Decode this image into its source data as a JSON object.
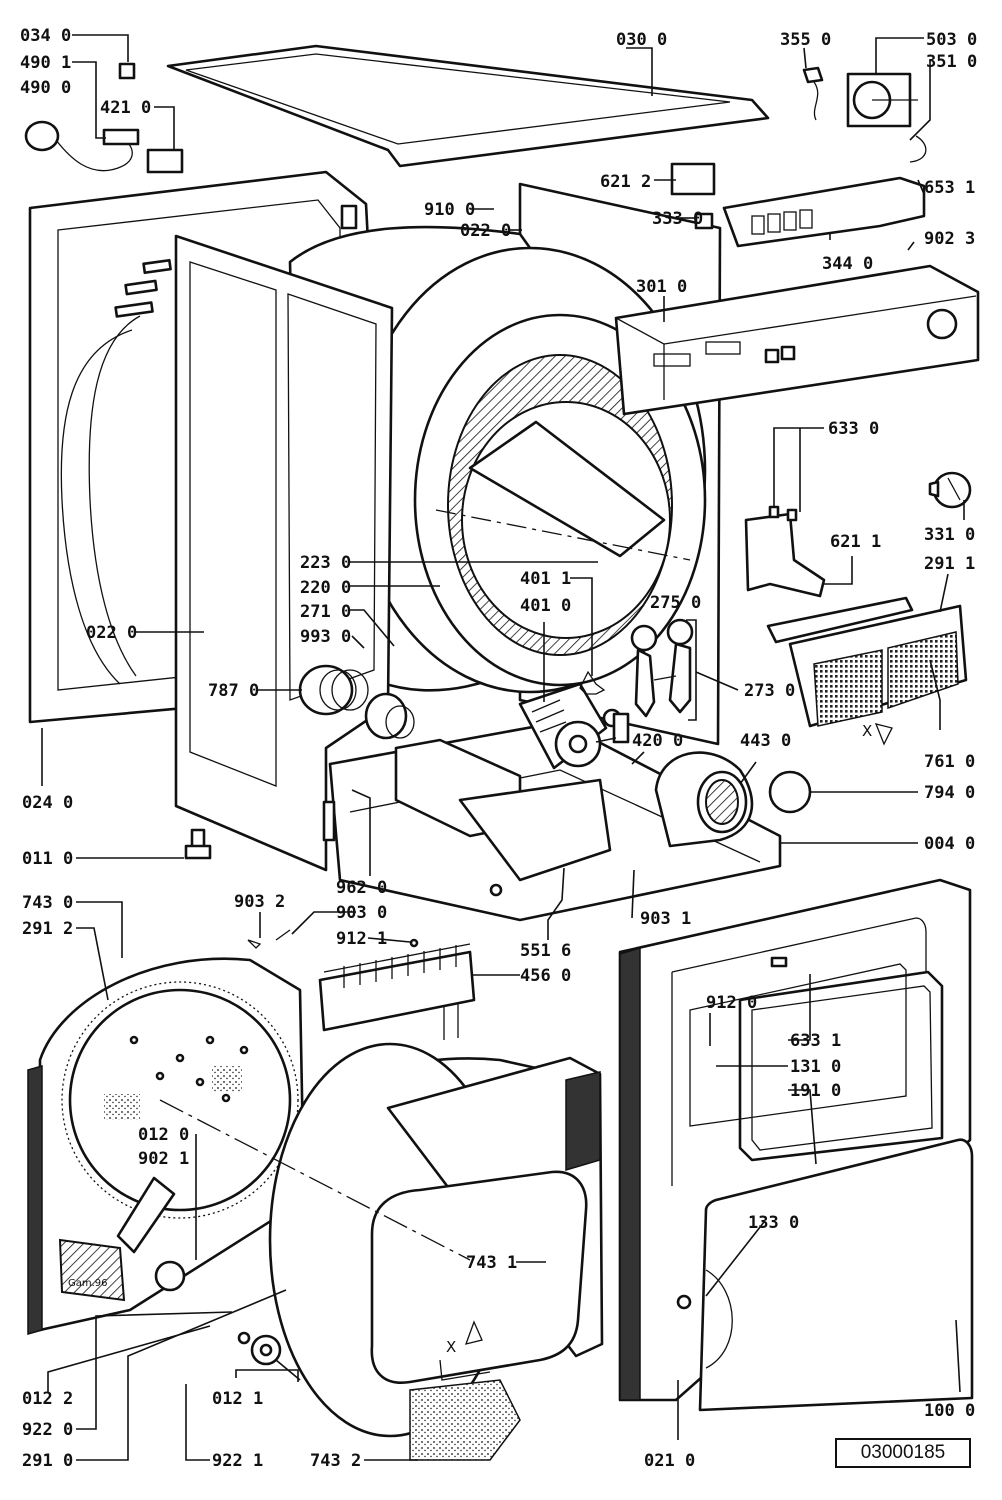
{
  "diagram": {
    "reference_number": "03000185",
    "labels": {
      "p034_0": "034 0",
      "p490_1": "490 1",
      "p490_0": "490 0",
      "p421_0": "421 0",
      "p030_0": "030 0",
      "p355_0": "355 0",
      "p503_0": "503 0",
      "p351_0": "351 0",
      "p621_2": "621 2",
      "p653_1": "653 1",
      "p910_0": "910 0",
      "p022_0_top": "022 0",
      "p333_0": "333 0",
      "p902_3": "902 3",
      "p344_0": "344 0",
      "p301_0": "301 0",
      "p633_0": "633 0",
      "p331_0": "331 0",
      "p621_1": "621 1",
      "p291_1": "291 1",
      "p223_0": "223 0",
      "p220_0": "220 0",
      "p271_0": "271 0",
      "p993_0": "993 0",
      "p401_1": "401 1",
      "p401_0": "401 0",
      "p275_0": "275 0",
      "p022_0_left": "022 0",
      "p787_0": "787 0",
      "p273_0": "273 0",
      "p420_0": "420 0",
      "p443_0": "443 0",
      "p761_0": "761 0",
      "p794_0": "794 0",
      "p024_0": "024 0",
      "p004_0": "004 0",
      "p011_0": "011 0",
      "p962_0": "962 0",
      "p743_0": "743 0",
      "p291_2": "291 2",
      "p903_2": "903 2",
      "p903_0": "903 0",
      "p903_1": "903 1",
      "p912_1": "912 1",
      "p551_6": "551 6",
      "p456_0": "456 0",
      "p912_0": "912 0",
      "p633_1": "633 1",
      "p131_0": "131 0",
      "p191_0": "191 0",
      "p012_0": "012 0",
      "p902_1": "902 1",
      "p743_1": "743 1",
      "p133_0": "133 0",
      "p012_2": "012 2",
      "p922_0": "922 0",
      "p291_0": "291 0",
      "p012_1": "012 1",
      "p922_1": "922 1",
      "p743_2": "743 2",
      "p021_0": "021 0",
      "p100_0": "100 0",
      "stamp": "Gam.96",
      "x_mark_filter": "X",
      "x_mark_door": "X"
    }
  }
}
